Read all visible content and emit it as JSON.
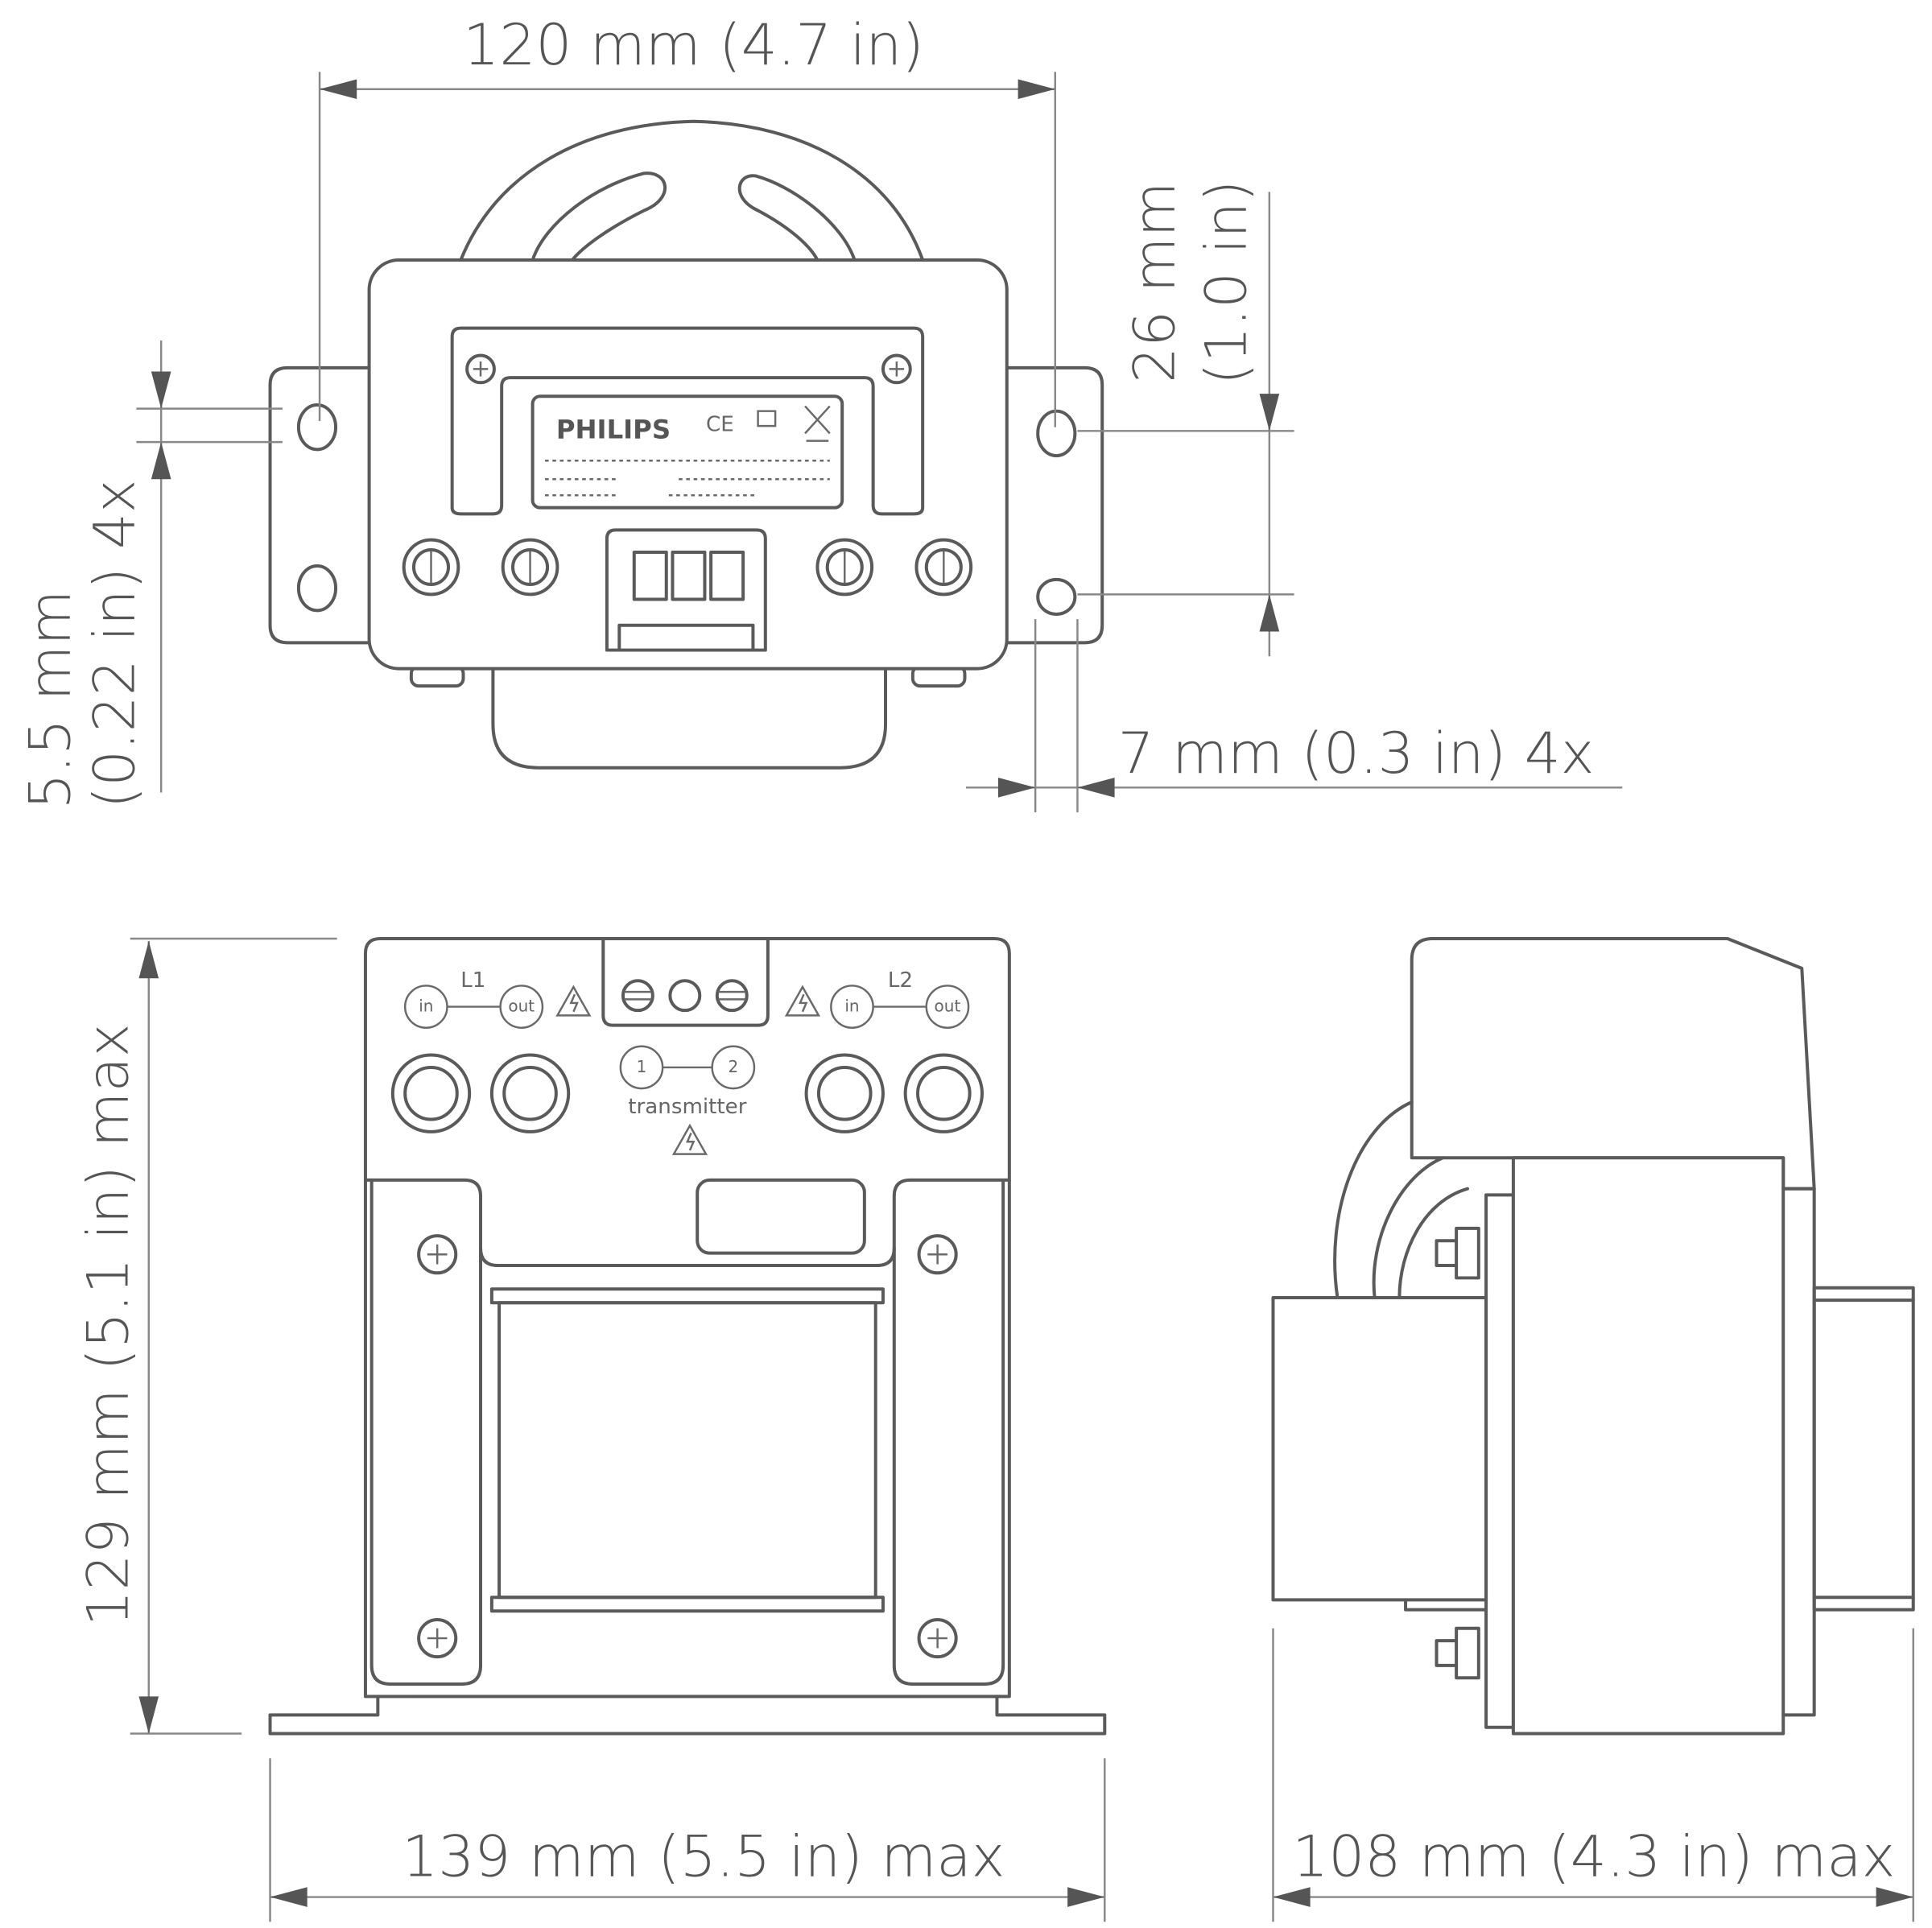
{
  "top_view": {
    "width_dim": "120 mm (4.7 in)",
    "hole_spacing_dim_line1": "26 mm",
    "hole_spacing_dim_line2": "(1.0 in)",
    "hole_dia_dim_line1": "5.5 mm",
    "hole_dia_dim_line2": "(0.22 in) 4x",
    "slot_width_dim": "7 mm (0.3 in) 4x",
    "label_brand": "PHILIPS",
    "label_marks": "CE"
  },
  "front_view": {
    "height_dim": "129 mm (5.1 in) max",
    "width_dim": "139 mm (5.5 in) max",
    "terminal_group_1": "L1",
    "terminal_group_2": "L2",
    "in_label": "in",
    "out_label": "out",
    "transmitter_label": "transmitter",
    "transmitter_pin_1": "1",
    "transmitter_pin_2": "2"
  },
  "side_view": {
    "depth_dim": "108 mm (4.3 in) max"
  }
}
